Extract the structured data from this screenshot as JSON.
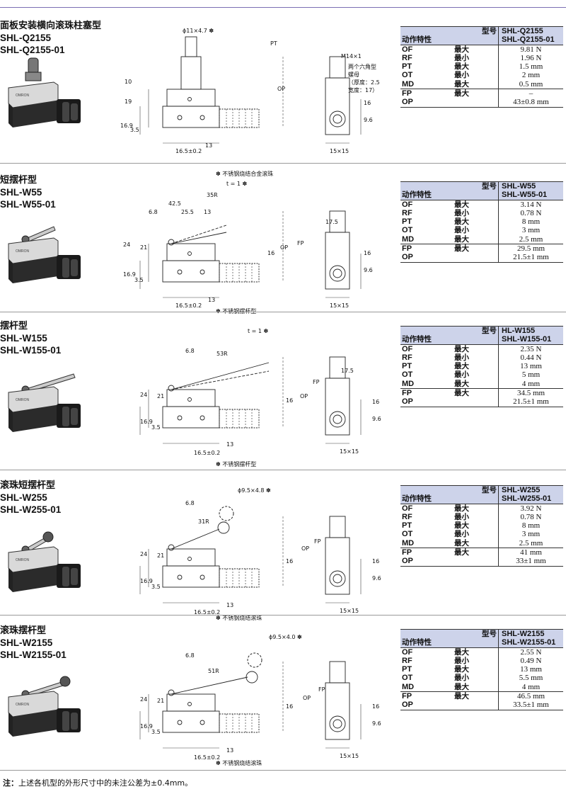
{
  "sections": [
    {
      "title_cn": "面板安装横向滚珠柱塞型",
      "model1": "SHL-Q2155",
      "model2": "SHL-Q2155-01",
      "spec_header": {
        "model_label": "型号",
        "char_label": "动作特性",
        "m1": "SHL-Q2155",
        "m2": "SHL-Q2155-01"
      },
      "rows": [
        {
          "k": "OF",
          "q": "最大",
          "v": "9.81 N"
        },
        {
          "k": "RF",
          "q": "最小",
          "v": "1.96 N"
        },
        {
          "k": "PT",
          "q": "最大",
          "v": "1.5 mm"
        },
        {
          "k": "OT",
          "q": "最小",
          "v": "2 mm"
        },
        {
          "k": "MD",
          "q": "最大",
          "v": "0.5 mm"
        }
      ],
      "rows2": [
        {
          "k": "FP",
          "q": "最大",
          "v": "–"
        },
        {
          "k": "OP",
          "q": "",
          "v": "43±0.8 mm"
        }
      ],
      "drawing": {
        "dims": [
          "ϕ11×4.7 ✽",
          "PT",
          "OP",
          "10",
          "19",
          "16.9",
          "3.5",
          "16.5±0.2",
          "13",
          "M14×1",
          "两个六角型",
          "螺母",
          "（厚度：2.5",
          "宽度：17）",
          "16",
          "9.6",
          "15×15"
        ],
        "note": "✽ 不锈钢烧结合金滚珠"
      }
    },
    {
      "title_cn": "短摆杆型",
      "model1": "SHL-W55",
      "model2": "SHL-W55-01",
      "spec_header": {
        "model_label": "型号",
        "char_label": "动作特性",
        "m1": "SHL-W55",
        "m2": "SHL-W55-01"
      },
      "rows": [
        {
          "k": "OF",
          "q": "最大",
          "v": "3.14 N"
        },
        {
          "k": "RF",
          "q": "最小",
          "v": "0.78 N"
        },
        {
          "k": "PT",
          "q": "最大",
          "v": "8 mm"
        },
        {
          "k": "OT",
          "q": "最小",
          "v": "3 mm"
        },
        {
          "k": "MD",
          "q": "最大",
          "v": "2.5 mm"
        }
      ],
      "rows2": [
        {
          "k": "FP",
          "q": "最大",
          "v": "29.5 mm"
        },
        {
          "k": "OP",
          "q": "",
          "v": "21.5±1 mm"
        }
      ],
      "drawing": {
        "dims": [
          "t = 1 ✽",
          "35R",
          "42.5",
          "6.8",
          "25.5",
          "13",
          "24",
          "21",
          "16.9",
          "3.5",
          "16.5±0.2",
          "13",
          "16",
          "OP",
          "FP",
          "17.5",
          "16",
          "9.6",
          "15×15"
        ],
        "note": "✽ 不锈钢摆杆型"
      }
    },
    {
      "title_cn": "摆杆型",
      "model1": "SHL-W155",
      "model2": "SHL-W155-01",
      "spec_header": {
        "model_label": "型号",
        "char_label": "动作特性",
        "m1": "HL-W155",
        "m2": "SHL-W155-01"
      },
      "rows": [
        {
          "k": "OF",
          "q": "最大",
          "v": "2.35 N"
        },
        {
          "k": "RF",
          "q": "最小",
          "v": "0.44 N"
        },
        {
          "k": "PT",
          "q": "最大",
          "v": "13 mm"
        },
        {
          "k": "OT",
          "q": "最小",
          "v": "5 mm"
        },
        {
          "k": "MD",
          "q": "最大",
          "v": "4 mm"
        }
      ],
      "rows2": [
        {
          "k": "FP",
          "q": "最大",
          "v": "34.5 mm"
        },
        {
          "k": "OP",
          "q": "",
          "v": "21.5±1 mm"
        }
      ],
      "drawing": {
        "dims": [
          "t = 1 ✽",
          "53R",
          "6.8",
          "24",
          "21",
          "16.9",
          "3.5",
          "16.5±0.2",
          "13",
          "16",
          "OP",
          "FP",
          "17.5",
          "16",
          "9.6",
          "15×15"
        ],
        "note": "✽ 不锈钢摆杆型"
      }
    },
    {
      "title_cn": "滚珠短摆杆型",
      "model1": "SHL-W255",
      "model2": "SHL-W255-01",
      "spec_header": {
        "model_label": "型号",
        "char_label": "动作特性",
        "m1": "SHL-W255",
        "m2": "SHL-W255-01"
      },
      "rows": [
        {
          "k": "OF",
          "q": "最大",
          "v": "3.92 N"
        },
        {
          "k": "RF",
          "q": "最小",
          "v": "0.78 N"
        },
        {
          "k": "PT",
          "q": "最大",
          "v": "8 mm"
        },
        {
          "k": "OT",
          "q": "最小",
          "v": "3 mm"
        },
        {
          "k": "MD",
          "q": "最大",
          "v": "2.5 mm"
        }
      ],
      "rows2": [
        {
          "k": "FP",
          "q": "最大",
          "v": "41 mm"
        },
        {
          "k": "OP",
          "q": "",
          "v": "33±1 mm"
        }
      ],
      "drawing": {
        "dims": [
          "ϕ9.5×4.8 ✽",
          "6.8",
          "31R",
          "24",
          "21",
          "16.9",
          "3.5",
          "16.5±0.2",
          "13",
          "16",
          "OP",
          "FP",
          "16",
          "9.6",
          "15×15"
        ],
        "note": "✽ 不锈钢烧结滚珠"
      }
    },
    {
      "title_cn": "滚珠摆杆型",
      "model1": "SHL-W2155",
      "model2": "SHL-W2155-01",
      "spec_header": {
        "model_label": "型号",
        "char_label": "动作特性",
        "m1": "SHL-W2155",
        "m2": "SHL-W2155-01"
      },
      "rows": [
        {
          "k": "OF",
          "q": "最大",
          "v": "2.55 N"
        },
        {
          "k": "RF",
          "q": "最小",
          "v": "0.49 N"
        },
        {
          "k": "PT",
          "q": "最大",
          "v": "13 mm"
        },
        {
          "k": "OT",
          "q": "最小",
          "v": "5.5 mm"
        },
        {
          "k": "MD",
          "q": "最大",
          "v": "4 mm"
        }
      ],
      "rows2": [
        {
          "k": "FP",
          "q": "最大",
          "v": "46.5 mm"
        },
        {
          "k": "OP",
          "q": "",
          "v": "33.5±1 mm"
        }
      ],
      "drawing": {
        "dims": [
          "ϕ9.5×4.0 ✽",
          "6.8",
          "51R",
          "24",
          "21",
          "16.9",
          "3.5",
          "16.5±0.2",
          "13",
          "16",
          "OP",
          "FP",
          "16",
          "9.6",
          "15×15"
        ],
        "note": "✽ 不锈钢烧结滚珠"
      }
    }
  ],
  "footnote": {
    "label": "注：",
    "text": "上述各机型的外形尺寸中的未注公差为±0.4mm。"
  },
  "colors": {
    "table_header": "#cdd3ea",
    "top_rule": "#7b6fb4"
  }
}
